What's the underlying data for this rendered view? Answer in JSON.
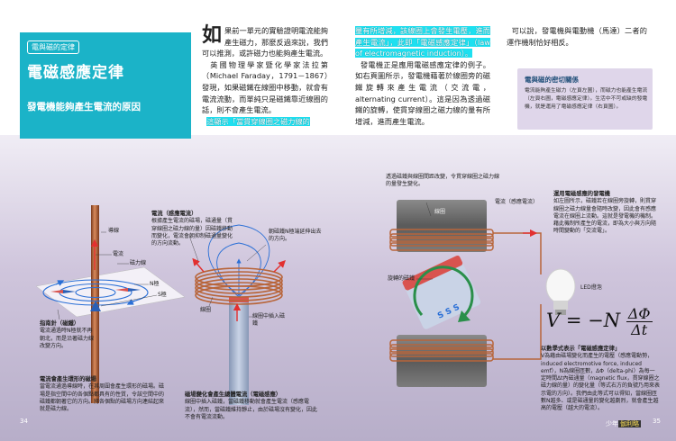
{
  "header": {
    "section_tag": "電與磁的定律",
    "title": "電磁感應定律",
    "subtitle": "發電機能夠產生電流的原因"
  },
  "col1": {
    "dropcap": "如",
    "p1": "果前一單元的實驗證明電流能夠產生磁力，那麼反過來說，我們可以推測，或許磁力也能夠產生電流。",
    "p2": "英國物理學家暨化學家法拉第（Michael Faraday，1791－1867）發現，如果磁鐵在線圈中移動，就會有電流流動，而單純只是磁鐵靠近線圈的話，則不會產生電流。",
    "p3": "這顯示「當貫穿線圈之磁力線的"
  },
  "col2": {
    "p1": "量有所增減，該線圈上會發生電壓，進而產生電流」，此即「電磁感應定律」（law of electromagnetic induction）。",
    "p2": "發電機正是應用電磁感應定律的例子。如右頁圖所示，發電機藉著於線圈旁的磁鐵旋轉來產生電流（交流電，alternating current）。這是因為透過磁鐵的旋轉，使貫穿線圈之磁力線的量有所增減，進而產生電流。"
  },
  "col3": {
    "p1": "可以說，發電機與電動機（馬達）二者的運作機制恰好相反。"
  },
  "infobox": {
    "title": "電與磁的密切關係",
    "text": "電流能夠產生磁力（左頁左圖），而磁力也能產生電流（左頁右圖，電磁感應定律）。生活中不可或缺的發電機，就是運用了電磁感應定律（右頁圖）。"
  },
  "fig_left": {
    "label_wire": "導線",
    "label_current": "電流",
    "label_field_line": "磁力線",
    "label_n": "N極",
    "label_s": "S極",
    "compass_title": "指南針（磁鐵）",
    "compass_text": "電流通過時N極就不再朝北，而是沿著磁力線改變方向。",
    "bottom_title": "電流會產生環形的磁場",
    "bottom_text": "當電流通過導線時，在其周圍會產生環形的磁場。磁場是指空間中的各個點都具有的性質，令該空間中的磁鐵都朝著它的方向。將各個點的磁場方向連結起來就是磁力線。"
  },
  "fig_mid": {
    "induced_title": "電流（感應電流）",
    "induced_text": "根據產生電流的磁場，磁通量（貫穿線圈之磁力線的量）因磁鐵移動而變化，電流會朝抑制磁通量變化的方向流動。",
    "field_label": "朝磁鐵N極端延伸出去的方向。",
    "coil_label": "線圈",
    "magnet_label": "線圈中插入磁鐵",
    "bottom_title": "磁場變化會產生總體電流（電磁感應）",
    "bottom_text": "線圈中插入磁鐵，當磁鐵移動就會產生電流（感應電流），然而，當磁鐵維持靜止，由於磁場沒有變化，因此不會有電流流動。"
  },
  "fig_right": {
    "top_note": "透過磁鐵與線圈間距改變，令貫穿線圈之磁力線的量發生變化。",
    "coil_label": "線圈",
    "current_label": "電流（感應電流）",
    "rotating_label": "旋轉的磁鐵",
    "led_label": "LED燈泡",
    "gen_title": "運用電磁感應的發電機",
    "gen_text": "如左圖所示，磁鐵若在線圈旁旋轉，則貫穿線圈之磁力線量會隨時改變，因此會有感應電流在線圈上流動。這就是發電機的機制。藉此機制所產生的電流，即為大小與方向隨時間變動的「交流電」。",
    "math_title": "以數學式表示「電磁感應定律」",
    "math_text": "V為藉由磁場變化而產生的電壓（感應電動勢，induced electromotive force, induced emf），N為線圈匝數，ΔΦ（delta-phi）為每一定時間Δt內磁通量（magnetic flux，貫穿線圈之磁力線的量）的變化量（等式右方的負號乃用來表示電的方向）。我們由此等式可以得知，當線圈匝數N越多、或是磁通量的變化越劇烈，就會產生越高的電壓（越大的電流）。"
  },
  "formula": {
    "lhs": "V",
    "eq": "=",
    "neg": "−",
    "coef": "N",
    "num": "ΔΦ",
    "den": "Δt"
  },
  "footer": {
    "page_left": "34",
    "brand_prefix": "少年",
    "brand": "伽利略",
    "page_right": "35"
  },
  "colors": {
    "accent_cyan": "#1bb3c8",
    "highlight": "#1ee0f0",
    "copper": "#b8653a",
    "magnet_red": "#d9534f",
    "arrow_red": "#e23030"
  }
}
